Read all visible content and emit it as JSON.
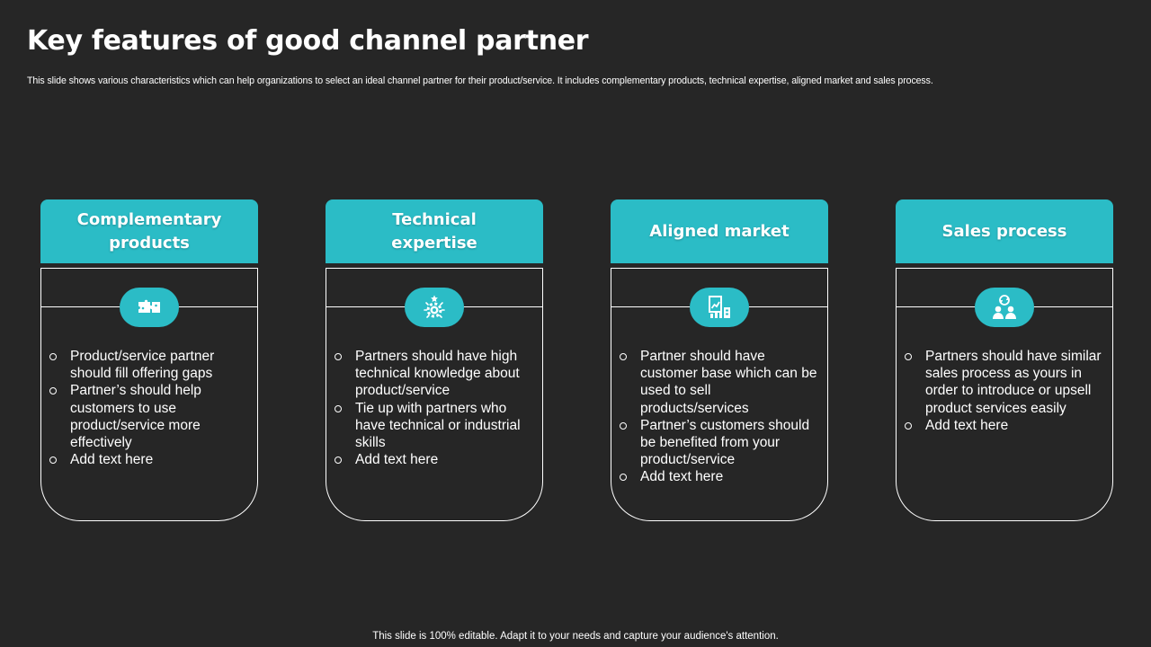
{
  "title": "Key features of good channel partner",
  "subtitle": "This slide shows various characteristics which can help organizations to select an ideal channel partner for their product/service. It includes complementary products, technical expertise, aligned market and sales process.",
  "accent_color": "#2bbcc6",
  "background_color": "#262626",
  "cards": [
    {
      "title": "Complementary products",
      "icon": "puzzle-icon",
      "bullets": [
        "Product/service partner should fill offering gaps",
        "Partner’s should help customers to use product/service more effectively",
        "Add text here"
      ]
    },
    {
      "title": "Technical expertise",
      "icon": "gear-star-icon",
      "bullets": [
        "Partners should have high technical knowledge about product/service",
        "Tie up with partners who have technical or industrial skills",
        "Add text here"
      ]
    },
    {
      "title": "Aligned market",
      "icon": "market-chart-icon",
      "bullets": [
        "Partner should have customer base which can be used to sell products/services",
        "Partner’s customers should be benefited from your product/service",
        "Add text here"
      ]
    },
    {
      "title": "Sales process",
      "icon": "team-sync-icon",
      "bullets": [
        "Partners should have similar sales process as yours in order to introduce or upsell product services easily",
        "Add text here"
      ]
    }
  ],
  "footer": "This slide is 100% editable. Adapt it to your needs and capture your audience's attention."
}
